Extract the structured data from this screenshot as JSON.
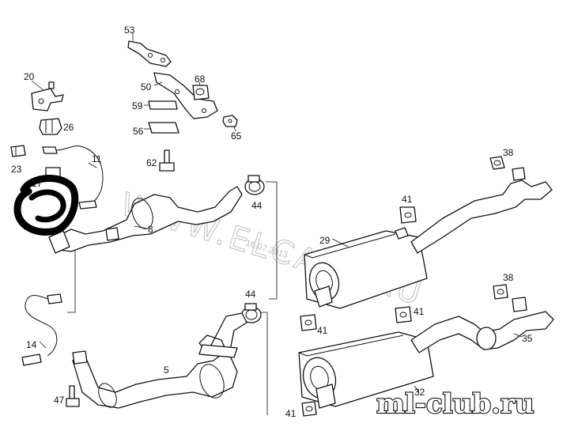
{
  "part_numbers": {
    "p53": "53",
    "p20": "20",
    "p50": "50",
    "p68": "68",
    "p59": "59",
    "p26": "26",
    "p56": "56",
    "p65": "65",
    "p11": "11",
    "p23": "23",
    "p62": "62",
    "p17": "17",
    "p8": "8",
    "p44a": "44",
    "p38a": "38",
    "p41a": "41",
    "p29": "29",
    "p14": "14",
    "p44b": "44",
    "p41b": "41",
    "p41c": "41",
    "p38b": "38",
    "p35": "35",
    "p5": "5",
    "p47": "47",
    "p32": "32",
    "p41d": "41"
  },
  "watermark": {
    "text": "WWW.ELCATS.RU",
    "date": "16.07.2013"
  },
  "logo": "ml-club.ru",
  "colors": {
    "line": "#111111",
    "watermark": "#c4c4c4",
    "background": "#ffffff"
  }
}
